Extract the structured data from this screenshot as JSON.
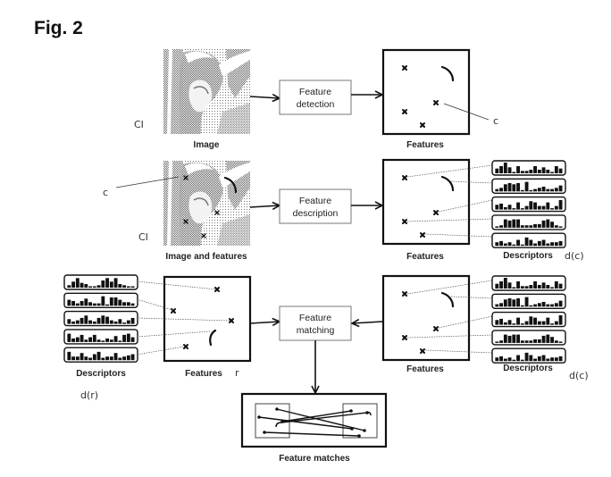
{
  "figure": {
    "title": "Fig. 2"
  },
  "row1": {
    "image_label": "Image",
    "image_ref": "CI",
    "process_line1": "Feature",
    "process_line2": "detection",
    "features_label": "Features",
    "feature_ref": "c"
  },
  "row2": {
    "image_label": "Image and features",
    "image_ref": "CI",
    "feature_ref": "c",
    "process_line1": "Feature",
    "process_line2": "description",
    "features_label": "Features",
    "descriptors_label": "Descriptors",
    "descriptors_ref": "d(c)"
  },
  "row3": {
    "left_descriptors_label": "Descriptors",
    "left_descriptors_ref": "d(r)",
    "left_features_label": "Features",
    "left_features_ref": "r",
    "process_line1": "Feature",
    "process_line2": "matching",
    "right_features_label": "Features",
    "right_descriptors_label": "Descriptors",
    "right_descriptors_ref": "d(c)"
  },
  "matches": {
    "label": "Feature matches"
  },
  "descriptor_histograms": {
    "c": [
      [
        4,
        6,
        9,
        5,
        1,
        6,
        2,
        2,
        3,
        6,
        3,
        5,
        3,
        1,
        6,
        4
      ],
      [
        2,
        3,
        6,
        7,
        6,
        7,
        1,
        8,
        1,
        2,
        3,
        4,
        2,
        2,
        3,
        5
      ],
      [
        4,
        5,
        2,
        4,
        1,
        6,
        1,
        3,
        7,
        6,
        3,
        3,
        6,
        1,
        3,
        8
      ],
      [
        1,
        2,
        7,
        6,
        7,
        7,
        2,
        2,
        2,
        3,
        3,
        6,
        7,
        5,
        2,
        1
      ],
      [
        3,
        4,
        2,
        3,
        1,
        5,
        1,
        7,
        5,
        2,
        4,
        5,
        2,
        3,
        3,
        4
      ]
    ],
    "r": [
      [
        2,
        5,
        8,
        4,
        3,
        1,
        1,
        2,
        6,
        8,
        5,
        8,
        3,
        2,
        1,
        1
      ],
      [
        5,
        4,
        2,
        4,
        6,
        3,
        2,
        2,
        8,
        1,
        7,
        7,
        5,
        3,
        3,
        2
      ],
      [
        4,
        2,
        3,
        5,
        7,
        3,
        2,
        5,
        7,
        6,
        3,
        2,
        4,
        1,
        3,
        5
      ],
      [
        7,
        3,
        4,
        6,
        2,
        4,
        6,
        2,
        1,
        3,
        2,
        5,
        1,
        6,
        7,
        4
      ],
      [
        7,
        3,
        3,
        6,
        3,
        2,
        5,
        7,
        2,
        3,
        3,
        6,
        2,
        3,
        4,
        5
      ]
    ]
  }
}
